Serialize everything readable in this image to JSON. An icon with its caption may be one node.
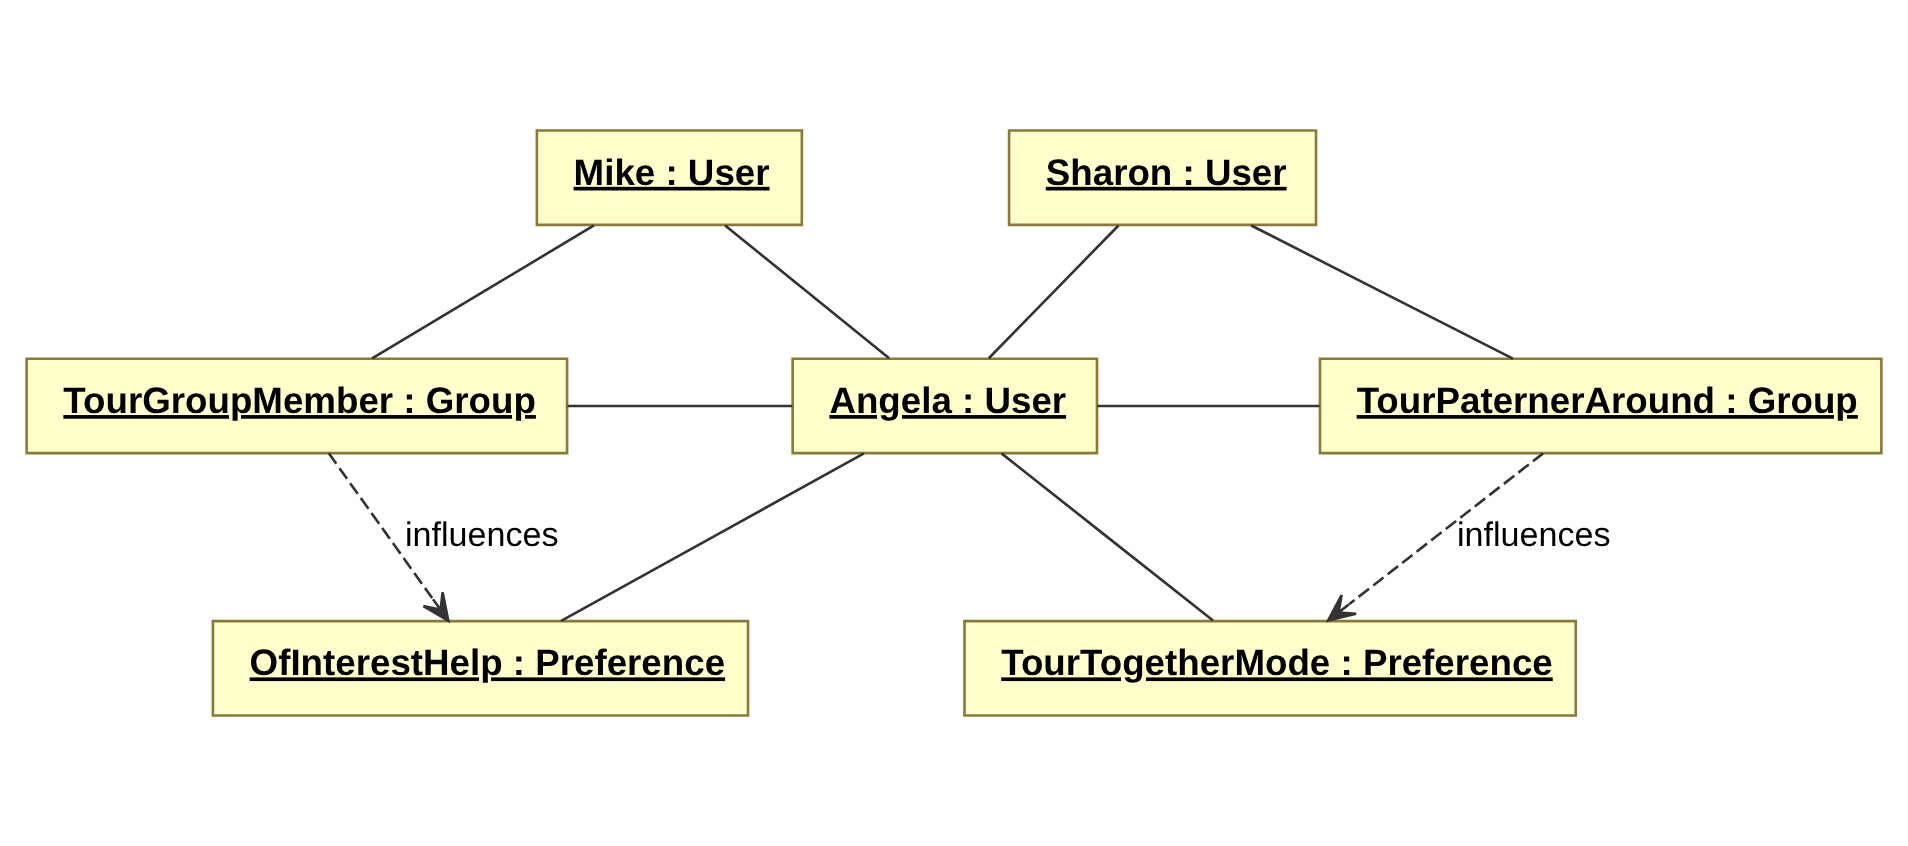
{
  "diagram": {
    "nodes": [
      {
        "text": [
          "Mike : User"
        ]
      },
      {
        "text": [
          "Sharon : User"
        ]
      },
      {
        "text": [
          "TourGroupMember : Group"
        ]
      },
      {
        "text": [
          "Angela : User"
        ]
      },
      {
        "text": [
          "TourPaternerAround : Group"
        ]
      },
      {
        "text": [
          "OfInterestHelp : Preference"
        ]
      },
      {
        "text": [
          "TourTogetherMode : Preference"
        ]
      }
    ],
    "edges": [
      {
        "from": 0,
        "to": 2,
        "arrow": "none"
      },
      {
        "from": 0,
        "to": 3,
        "arrow": "none"
      },
      {
        "from": 1,
        "to": 3,
        "arrow": "none"
      },
      {
        "from": 1,
        "to": 4,
        "arrow": "none"
      },
      {
        "from": 2,
        "to": 3,
        "arrow": "none"
      },
      {
        "from": 3,
        "to": 4,
        "arrow": "none"
      },
      {
        "from": 3,
        "to": 5,
        "arrow": "none"
      },
      {
        "from": 3,
        "to": 6,
        "arrow": "none"
      },
      {
        "from": 2,
        "to": 5,
        "arrow": "to",
        "label": "influences",
        "style": "dashed"
      },
      {
        "from": 4,
        "to": 6,
        "arrow": "to",
        "label": "influences",
        "style": "dashed"
      }
    ]
  }
}
